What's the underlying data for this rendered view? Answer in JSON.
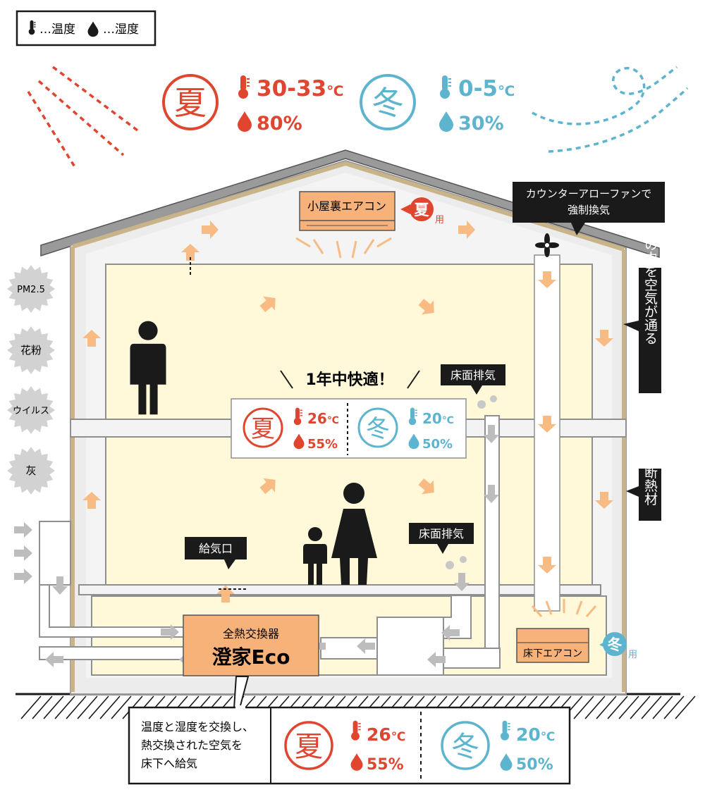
{
  "legend": {
    "temperature_label": "…温度",
    "humidity_label": "…湿度"
  },
  "outdoor": {
    "summer": {
      "season": "夏",
      "temp": "30-33",
      "temp_unit": "℃",
      "humidity": "80%"
    },
    "winter": {
      "season": "冬",
      "temp": "0-5",
      "temp_unit": "℃",
      "humidity": "30%"
    }
  },
  "attic_ac": {
    "label": "小屋裏エアコン",
    "season": "夏",
    "use": "用"
  },
  "floor_ac": {
    "label": "床下エアコン",
    "season": "冬",
    "use": "用"
  },
  "callouts": {
    "fan": {
      "line1": "カウンターアローファンで",
      "line2": "強制換気"
    },
    "wall_air": "壁の中を空気が通る",
    "insulation": "断熱材",
    "floor_exhaust_upper": "床面排気",
    "floor_exhaust_lower": "床面排気",
    "supply_vent": "給気口"
  },
  "comfort": {
    "title": "1年中快適！",
    "summer": {
      "season": "夏",
      "temp": "26",
      "temp_unit": "℃",
      "humidity": "55%"
    },
    "winter": {
      "season": "冬",
      "temp": "20",
      "temp_unit": "℃",
      "humidity": "50%"
    }
  },
  "pollutants": [
    "PM2.5",
    "花粉",
    "ウイルス",
    "灰"
  ],
  "exchanger": {
    "line1": "全熱交換器",
    "line2": "澄家Eco"
  },
  "bottom_note": {
    "lines": [
      "温度と湿度を交換し、",
      "熱交換された空気を",
      "床下へ給気"
    ]
  },
  "bottom": {
    "summer": {
      "season": "夏",
      "temp": "26",
      "temp_unit": "℃",
      "humidity": "55%"
    },
    "winter": {
      "season": "冬",
      "temp": "20",
      "temp_unit": "℃",
      "humidity": "50%"
    }
  },
  "colors": {
    "summer": "#e0452f",
    "winter": "#5db4cf",
    "arrow": "#f8bb83",
    "room": "#fff9d9",
    "wall": "#ececec",
    "frame": "#8f8f8f",
    "flow": "#bdbdbd",
    "exchanger": "#f7b27a",
    "black": "#1a1a1a"
  }
}
